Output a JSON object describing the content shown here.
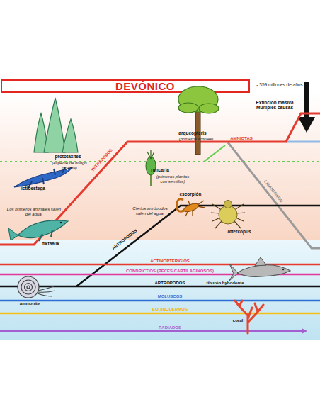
{
  "diagram": {
    "title": "DEVÓNICO",
    "labels": [
      "- 359 millones de años",
      "Extinción masiva Múltiples causas",
      "prototaxites",
      "(especie de hongo gigante)",
      "arqueopteris",
      "(primeros árboles)",
      "AMNIOTAS",
      "TETRÁPODOS",
      "ictioestega",
      "runcaria",
      "(primeras plantas con semillas)",
      "escorpión",
      "Los primeros animales salen del agua.",
      "Ciertos artrópodos salen del agua.",
      "attercopus",
      "LISANFIBIOS",
      "tiktaalik",
      "ARTRÓPODOS",
      "ACTINOPTERIGIOS",
      "CONDRICTIOS (PECES CARTILAGINOSOS)",
      "ARTRÓPODOS",
      "tiburón hybodonte",
      "MOLUSCOS",
      "ammonite",
      "EQUINODERMOS",
      "coral",
      "RADIADOS"
    ]
  }
}
